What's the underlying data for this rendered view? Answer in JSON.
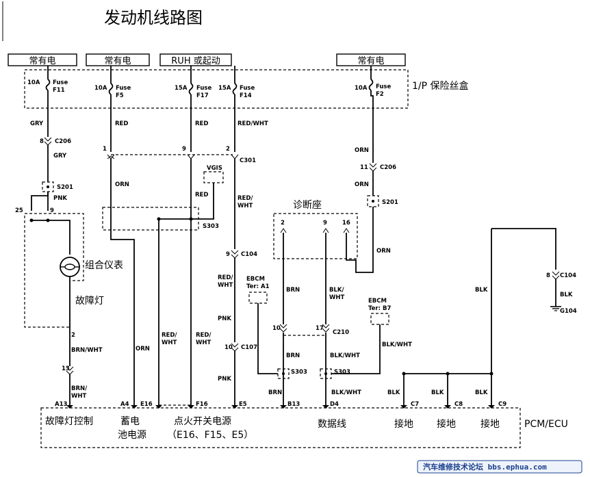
{
  "title": "发动机线路图",
  "power_sources": [
    "常有电",
    "常有电",
    "RUH 或起动",
    "常有电"
  ],
  "fuse_box_label": "1/P 保险丝盒",
  "fuses": [
    {
      "amp": "10A",
      "name": "Fuse",
      "id": "F11"
    },
    {
      "amp": "10A",
      "name": "Fuse",
      "id": "F5"
    },
    {
      "amp": "15A",
      "name": "Fuse",
      "id": "F17"
    },
    {
      "amp": "15A",
      "name": "Fuse",
      "id": "F14"
    },
    {
      "amp": "10A",
      "name": "Fuse",
      "id": "F2"
    }
  ],
  "wires": {
    "gry": "GRY",
    "red": "RED",
    "red_wht": "RED/WHT",
    "orn": "ORN",
    "pnk": "PNK",
    "red_wht_split": [
      "RED/",
      "WHT"
    ],
    "brn": "BRN",
    "blk_wht_split": [
      "BLK/",
      "WHT"
    ],
    "blk_wht": "BLK/WHT",
    "brn_wht": "BRN/WHT",
    "brn_wht_split": [
      "BRN/",
      "WHT"
    ],
    "blk": "BLK"
  },
  "connectors": {
    "c206": "C206",
    "c301": "C301",
    "c104": "C104",
    "c107": "C107",
    "c210": "C210",
    "s201": "S201",
    "s303": "S303",
    "g104": "G104",
    "vgis": "VGIS"
  },
  "pins": {
    "p8": "8",
    "p1": "1",
    "p9": "9",
    "p2": "2",
    "p11": "11",
    "p25": "25",
    "p16": "16",
    "p10": "10",
    "p17": "17",
    "p13": "13"
  },
  "ebcm": [
    {
      "name": "EBCM",
      "ter": "Ter: A1"
    },
    {
      "name": "EBCM",
      "ter": "Ter: B7"
    }
  ],
  "labels": {
    "diag_block": "诊断座",
    "cluster": "组合仪表",
    "fault_lamp": "故障灯"
  },
  "pcm_pins": [
    "A13",
    "A4",
    "E16",
    "F16",
    "E5",
    "B13",
    "D4",
    "C7",
    "C8",
    "C9"
  ],
  "pcm_labels": {
    "fault_ctrl": "故障灯控制",
    "battery_1": "蓄电",
    "battery_2": "池电源",
    "ignition_1": "点火开关电源",
    "ignition_2": "（E16、F15、E5）",
    "data_line": "数据线",
    "ground": "接地",
    "pcm": "PCM/ECU"
  },
  "watermark": "汽车维修技术论坛 bbs.ephua.com"
}
